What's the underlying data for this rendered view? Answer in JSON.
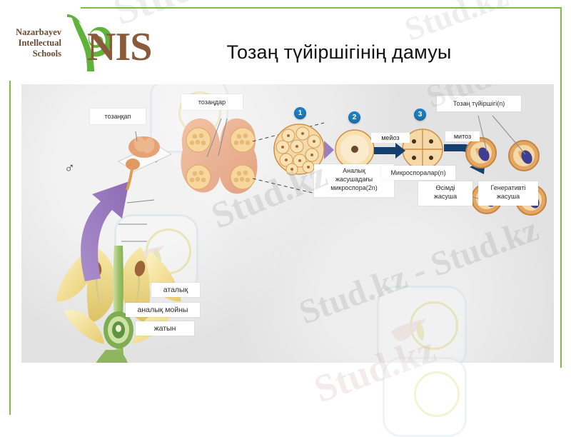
{
  "slide": {
    "title": "Тозаң түйіршігінің дамуы",
    "accent_green": "#7ac143",
    "panel_bg": "#e2e2e2"
  },
  "logo": {
    "line1": "Nazarbayev",
    "line2": "Intellectual",
    "line3": "Schools",
    "wordmark": "NIS",
    "mark_color": "#5fb33a",
    "wordmark_color": "#8a5a3b"
  },
  "diagram": {
    "labels": {
      "anther_sac": "тозаңқап",
      "pollen_grains": "тозаңдар",
      "mother_cell": "Аналық\nжасушадағы\nмикроспора(2n)",
      "microspores": "Микроспоралар(n)",
      "pollen_grain_n": "Тозаң түйіршігі(n)",
      "vegetative_cell": "Өсімді\nжасуша",
      "generative_cell": "Генеративті\nжасуша",
      "stamen": "аталық",
      "style": "аналық мойны",
      "ovary": "жатын"
    },
    "steps": [
      {
        "number": "1"
      },
      {
        "number": "2"
      },
      {
        "number": "3"
      }
    ],
    "processes": [
      {
        "name": "мейоз"
      },
      {
        "name": "митоз"
      }
    ],
    "symbols": {
      "male": "♂"
    },
    "colors": {
      "step_badge": "#1f7ec2",
      "process_arrow": "#13406e",
      "purple_arrow": "#9b7fc0",
      "cell_fill": "#f6d9a8",
      "cell_stroke": "#d79a4e",
      "nucleus": "#3d3e8f"
    }
  },
  "watermarks": [
    {
      "text": "Stud.kz"
    },
    {
      "text": "Stud.kz - Stud.kz"
    },
    {
      "text": "Stud.kz"
    },
    {
      "text": "Stud.kz - Stud.kz"
    },
    {
      "text": "Stud.kz"
    },
    {
      "text": "Stud.kz"
    }
  ]
}
